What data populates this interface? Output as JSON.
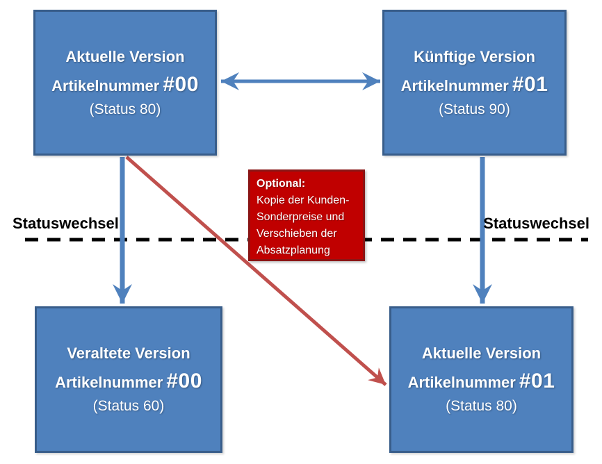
{
  "diagram": {
    "boxes": [
      {
        "id": "top-left",
        "title": "Aktuelle Version",
        "article_label": "Artikelnummer",
        "article_number": "#00",
        "status": "(Status 80)"
      },
      {
        "id": "top-right",
        "title": "Künftige Version",
        "article_label": "Artikelnummer",
        "article_number": "#01",
        "status": "(Status 90)"
      },
      {
        "id": "bottom-left",
        "title": "Veraltete Version",
        "article_label": "Artikelnummer",
        "article_number": "#00",
        "status": "(Status 60)"
      },
      {
        "id": "bottom-right",
        "title": "Aktuelle Version",
        "article_label": "Artikelnummer",
        "article_number": "#01",
        "status": "(Status 80)"
      }
    ],
    "optional_note": {
      "title": "Optional:",
      "lines": [
        "Kopie der Kunden-",
        "Sonderpreise und",
        "Verschieben der",
        "Absatzplanung"
      ]
    },
    "status_labels": {
      "left": "Statuswechsel",
      "right": "Statuswechsel"
    },
    "colors": {
      "box_fill": "#4F81BD",
      "box_border": "#385D8A",
      "note_fill": "#C00000",
      "note_border": "#8B1515",
      "arrow_blue": "#4F81BD",
      "arrow_red": "#C0504D",
      "dashed_line": "#000000",
      "text_on_boxes": "#FFFFFF",
      "label_text": "#000000"
    }
  }
}
